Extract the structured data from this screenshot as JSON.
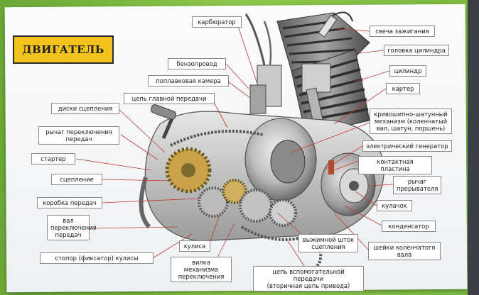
{
  "title": "ДВИГАТЕЛЬ",
  "labels_left": [
    {
      "id": "karbyurator",
      "text": "карбюратор"
    },
    {
      "id": "benzoprovod",
      "text": "бензопровод"
    },
    {
      "id": "poplavkovaya",
      "text": "поплавковая камера"
    },
    {
      "id": "tsep-glavnoy",
      "text": "цепь главной передачи"
    },
    {
      "id": "diski",
      "text": "диски сцепления"
    },
    {
      "id": "rychag-pereklyucheniya",
      "text": "рычаг переключения\nпередач"
    },
    {
      "id": "starter",
      "text": "стартер"
    },
    {
      "id": "stseplenie",
      "text": "сцепление"
    },
    {
      "id": "korobka",
      "text": "коробка передач"
    },
    {
      "id": "val",
      "text": "вал\nпереключения\nпередач"
    },
    {
      "id": "stopor",
      "text": "стопор (фиксатор) кулисы"
    },
    {
      "id": "kulisa",
      "text": "кулиса"
    },
    {
      "id": "vilka",
      "text": "вилка механизма\nпереключения"
    },
    {
      "id": "tsep-vspom",
      "text": "цепь вспомогательной передачи\n(вторичная цепь привода)"
    }
  ],
  "labels_right": [
    {
      "id": "svecha",
      "text": "свеча зажигания"
    },
    {
      "id": "golovka",
      "text": "головка цилиндра"
    },
    {
      "id": "tsilindr",
      "text": "цилиндр"
    },
    {
      "id": "karter",
      "text": "картер"
    },
    {
      "id": "krivoship",
      "text": "кривошипно-шатунный\nмеханизм (коленчатый\nвал, шатун, поршень)"
    },
    {
      "id": "generator",
      "text": "электрический генератор"
    },
    {
      "id": "kontakt",
      "text": "контактная пластина"
    },
    {
      "id": "rychag-preryv",
      "text": "рычаг\nпрерывателя"
    },
    {
      "id": "kulachok",
      "text": "кулачок"
    },
    {
      "id": "kondensator",
      "text": "конденсатор"
    },
    {
      "id": "vyzhimnoy",
      "text": "выжимной шток\nсцепления"
    },
    {
      "id": "sheyki",
      "text": "шейки коленчатого\nвала"
    }
  ]
}
